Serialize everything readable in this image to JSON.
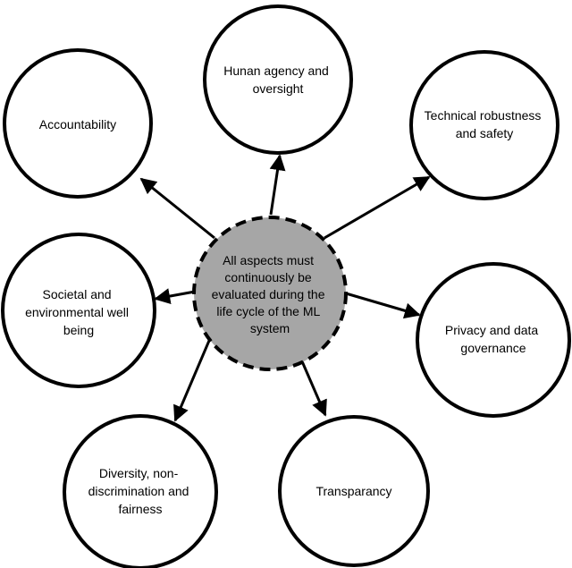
{
  "center": {
    "lines": [
      "All aspects must",
      "continuously be",
      "evaluated during the",
      "life cycle of the ML",
      "system"
    ]
  },
  "nodes": [
    {
      "id": "human-agency",
      "lines": [
        "Hunan agency and",
        "oversight"
      ]
    },
    {
      "id": "technical-robustness",
      "lines": [
        "Technical robustness",
        "and safety"
      ]
    },
    {
      "id": "accountability",
      "lines": [
        "Accountability"
      ]
    },
    {
      "id": "societal-wellbeing",
      "lines": [
        "Societal and",
        "environmental well",
        "being"
      ]
    },
    {
      "id": "privacy",
      "lines": [
        "Privacy and data",
        "governance"
      ]
    },
    {
      "id": "diversity",
      "lines": [
        "Diversity, non-",
        "discrimination and",
        "fairness"
      ]
    },
    {
      "id": "transparency",
      "lines": [
        "Transparancy"
      ]
    }
  ]
}
